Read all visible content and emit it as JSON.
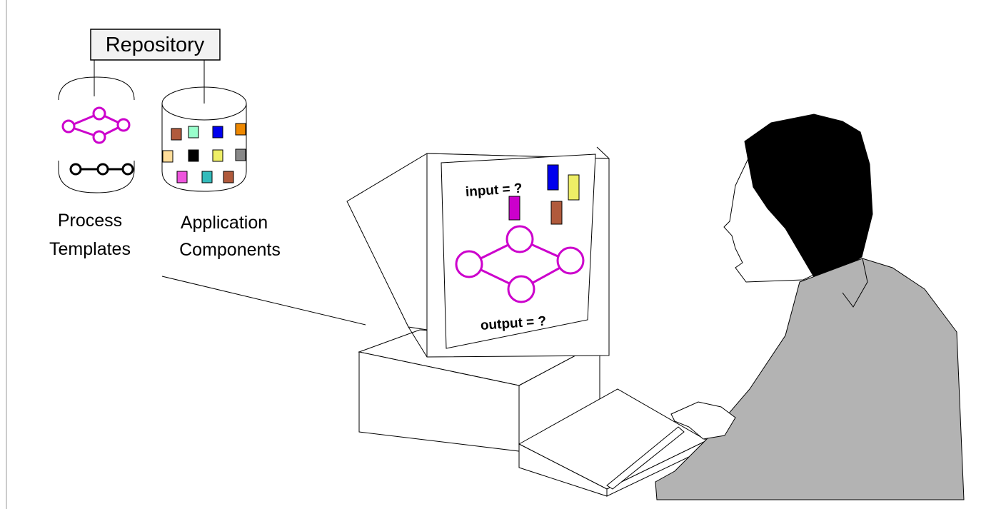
{
  "repository": {
    "title": "Repository",
    "process_templates_label_line1": "Process",
    "process_templates_label_line2": "Templates",
    "app_components_label_line1": "Application",
    "app_components_label_line2": "Components"
  },
  "screen": {
    "input_text": "input = ?",
    "output_text": "output = ?"
  },
  "colors": {
    "workflow": "#cc00cc",
    "person_jacket": "#b3b3b3",
    "repository_box": "#f2f2f2"
  },
  "component_colors": [
    "#b05a3c",
    "#99ffcc",
    "#0000ee",
    "#ee8800",
    "#ffdd99",
    "#000000",
    "#eeee66",
    "#888888",
    "#ee55dd",
    "#33bbbb",
    "#b05a3c"
  ]
}
